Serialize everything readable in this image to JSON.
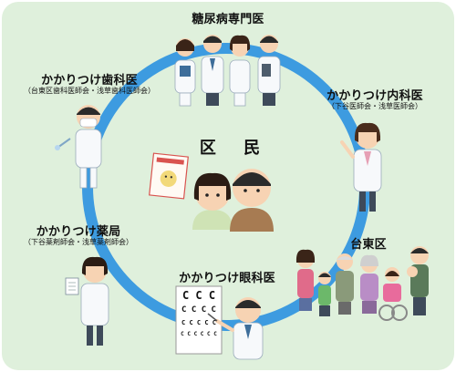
{
  "center_label": "区 民",
  "nodes": {
    "diabetes": {
      "title": "糖尿病専門医"
    },
    "dental": {
      "title": "かかりつけ歯科医",
      "sub": "（台東区歯科医師会・浅草歯科医師会）"
    },
    "internal": {
      "title": "かかりつけ内科医",
      "sub": "（下谷医師会・浅草医師会）"
    },
    "pharmacy": {
      "title": "かかりつけ薬局",
      "sub": "（下谷薬剤師会・浅草薬剤師会）"
    },
    "eye": {
      "title": "かかりつけ眼科医"
    },
    "ward": {
      "title": "台東区"
    }
  },
  "eye_chart": {
    "rows": [
      "C C C",
      "C C C C",
      "C C C C C",
      "C C C C C C"
    ]
  },
  "colors": {
    "background": "#dff0dc",
    "ring": "#3d9be0",
    "skin": "#f7d3b3",
    "white_coat": "#f7f9fb"
  }
}
